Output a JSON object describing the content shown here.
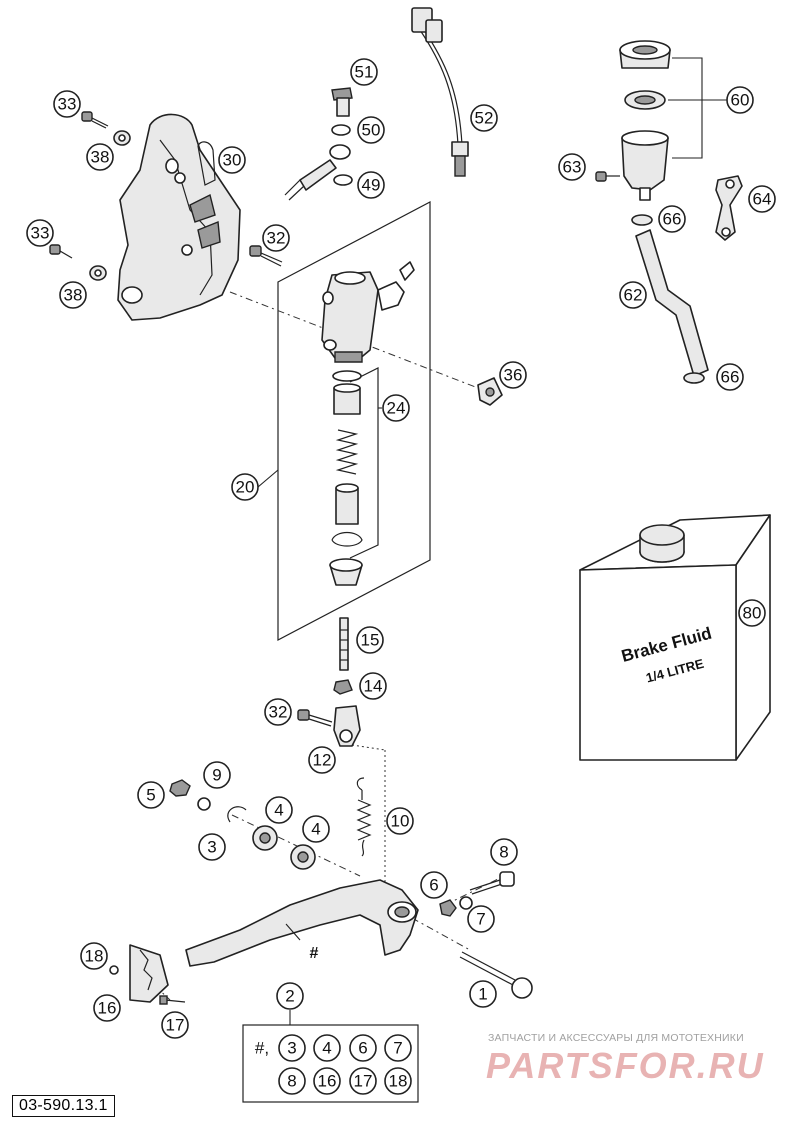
{
  "diagram_id": "03-590.13.1",
  "container_label": "Brake Fluid",
  "container_volume": "1/4 LITRE",
  "assembly_mark": "#",
  "kit": {
    "prefix": "#,",
    "row1": [
      "3",
      "4",
      "6",
      "7"
    ],
    "row2": [
      "8",
      "16",
      "17",
      "18"
    ]
  },
  "callouts": {
    "c1": "1",
    "c2": "2",
    "c3": "3",
    "c4a": "4",
    "c4b": "4",
    "c5": "5",
    "c6": "6",
    "c7": "7",
    "c8": "8",
    "c9": "9",
    "c10": "10",
    "c12": "12",
    "c14": "14",
    "c15": "15",
    "c16": "16",
    "c17": "17",
    "c18": "18",
    "c20": "20",
    "c24": "24",
    "c30": "30",
    "c32a": "32",
    "c32b": "32",
    "c33a": "33",
    "c33b": "33",
    "c36": "36",
    "c38a": "38",
    "c38b": "38",
    "c49": "49",
    "c50": "50",
    "c51": "51",
    "c52": "52",
    "c60": "60",
    "c62": "62",
    "c63": "63",
    "c64": "64",
    "c66a": "66",
    "c66b": "66",
    "c80": "80"
  },
  "watermark": {
    "tagline": "ЗАПЧАСТИ И АКСЕССУАРЫ ДЛЯ МОТОТЕХНИКИ",
    "logo": "PARTSFOR.RU"
  }
}
